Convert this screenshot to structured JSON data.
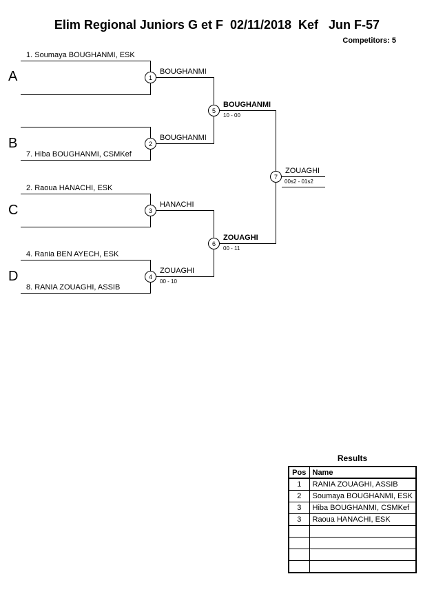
{
  "title": "Elim Regional Juniors G et F  02/11/2018  Kef   Jun F-57",
  "competitors_label": "Competitors: 5",
  "bracket": {
    "labels": {
      "a": "A",
      "b": "B",
      "c": "C",
      "d": "D"
    },
    "players": {
      "a_top": "1. Soumaya BOUGHANMI, ESK",
      "b_bottom": "7. Hiba BOUGHANMI, CSMKef",
      "c_top": "2. Raoua HANACHI, ESK",
      "d_top": "4. Rania BEN AYECH, ESK",
      "d_bottom": "8. RANIA ZOUAGHI, ASSIB"
    },
    "nodes": {
      "n1": {
        "num": "1",
        "winner": "BOUGHANMI",
        "score": ""
      },
      "n2": {
        "num": "2",
        "winner": "BOUGHANMI",
        "score": ""
      },
      "n3": {
        "num": "3",
        "winner": "HANACHI",
        "score": ""
      },
      "n4": {
        "num": "4",
        "winner": "ZOUAGHI",
        "score": "00 - 10"
      },
      "n5": {
        "num": "5",
        "winner": "BOUGHANMI",
        "score": "10 - 00"
      },
      "n6": {
        "num": "6",
        "winner": "ZOUAGHI",
        "score": "00 - 11"
      },
      "n7": {
        "num": "7",
        "winner": "ZOUAGHI",
        "score": "00s2 - 01s2"
      }
    }
  },
  "results": {
    "heading": "Results",
    "col_pos": "Pos",
    "col_name": "Name",
    "rows": [
      {
        "pos": "1",
        "name": "RANIA ZOUAGHI, ASSIB"
      },
      {
        "pos": "2",
        "name": "Soumaya BOUGHANMI, ESK"
      },
      {
        "pos": "3",
        "name": "Hiba BOUGHANMI, CSMKef"
      },
      {
        "pos": "3",
        "name": "Raoua HANACHI, ESK"
      },
      {
        "pos": "",
        "name": ""
      },
      {
        "pos": "",
        "name": ""
      },
      {
        "pos": "",
        "name": ""
      },
      {
        "pos": "",
        "name": ""
      }
    ]
  }
}
